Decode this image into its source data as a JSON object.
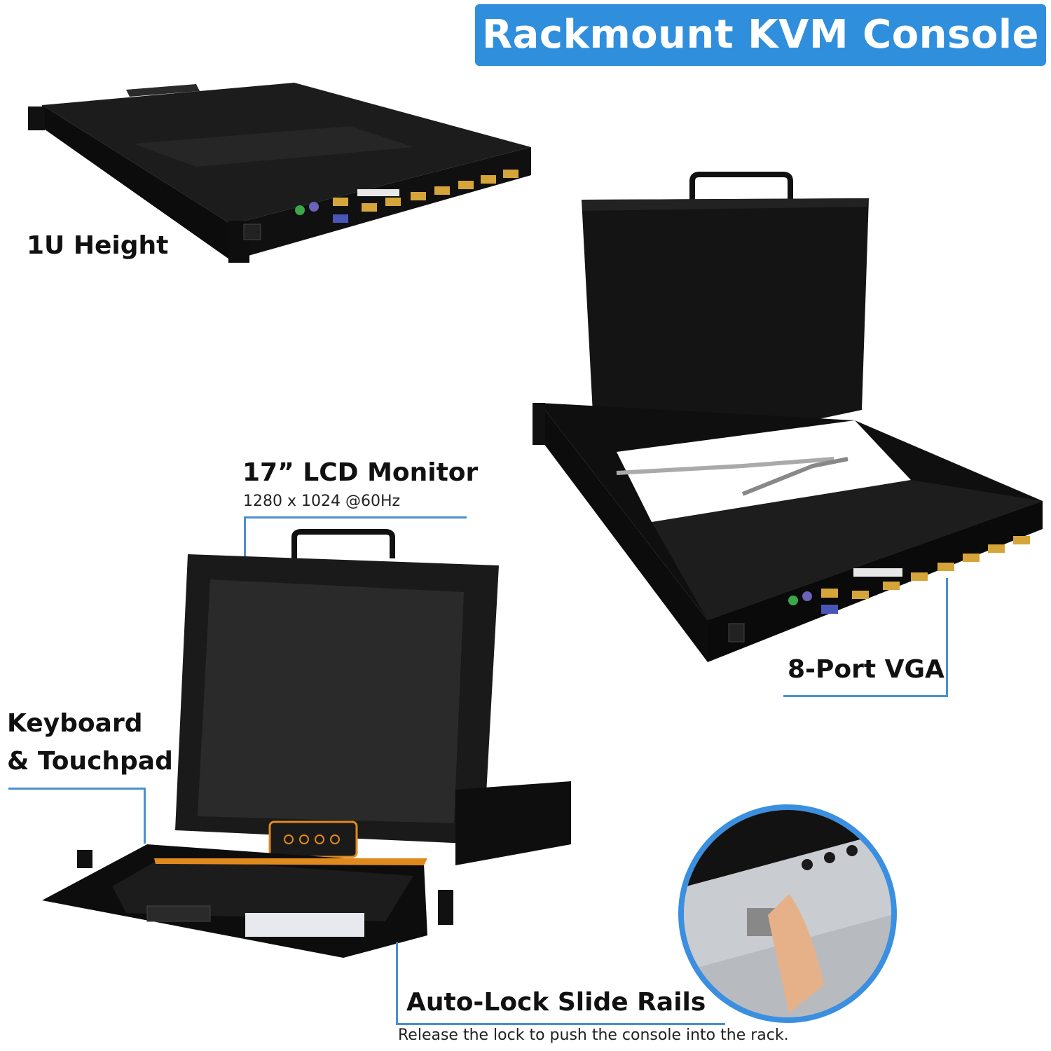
{
  "title": "Rackmount KVM Console",
  "features": {
    "height": {
      "label": "1U Height"
    },
    "monitor": {
      "label": "17” LCD Monitor",
      "spec": "1280 x 1024 @60Hz"
    },
    "ports": {
      "label": "8-Port VGA"
    },
    "keyboard": {
      "label_line1": "Keyboard",
      "label_line2": "& Touchpad"
    },
    "rails": {
      "label": "Auto-Lock Slide Rails",
      "caption": "Release the lock to push the console into the rack."
    }
  },
  "colors": {
    "accent": "#2f8fdd",
    "callout_line": "#4a90d0",
    "device": "#141414",
    "port_vga": "#d6a53a",
    "osd_border": "#e08a1e"
  }
}
